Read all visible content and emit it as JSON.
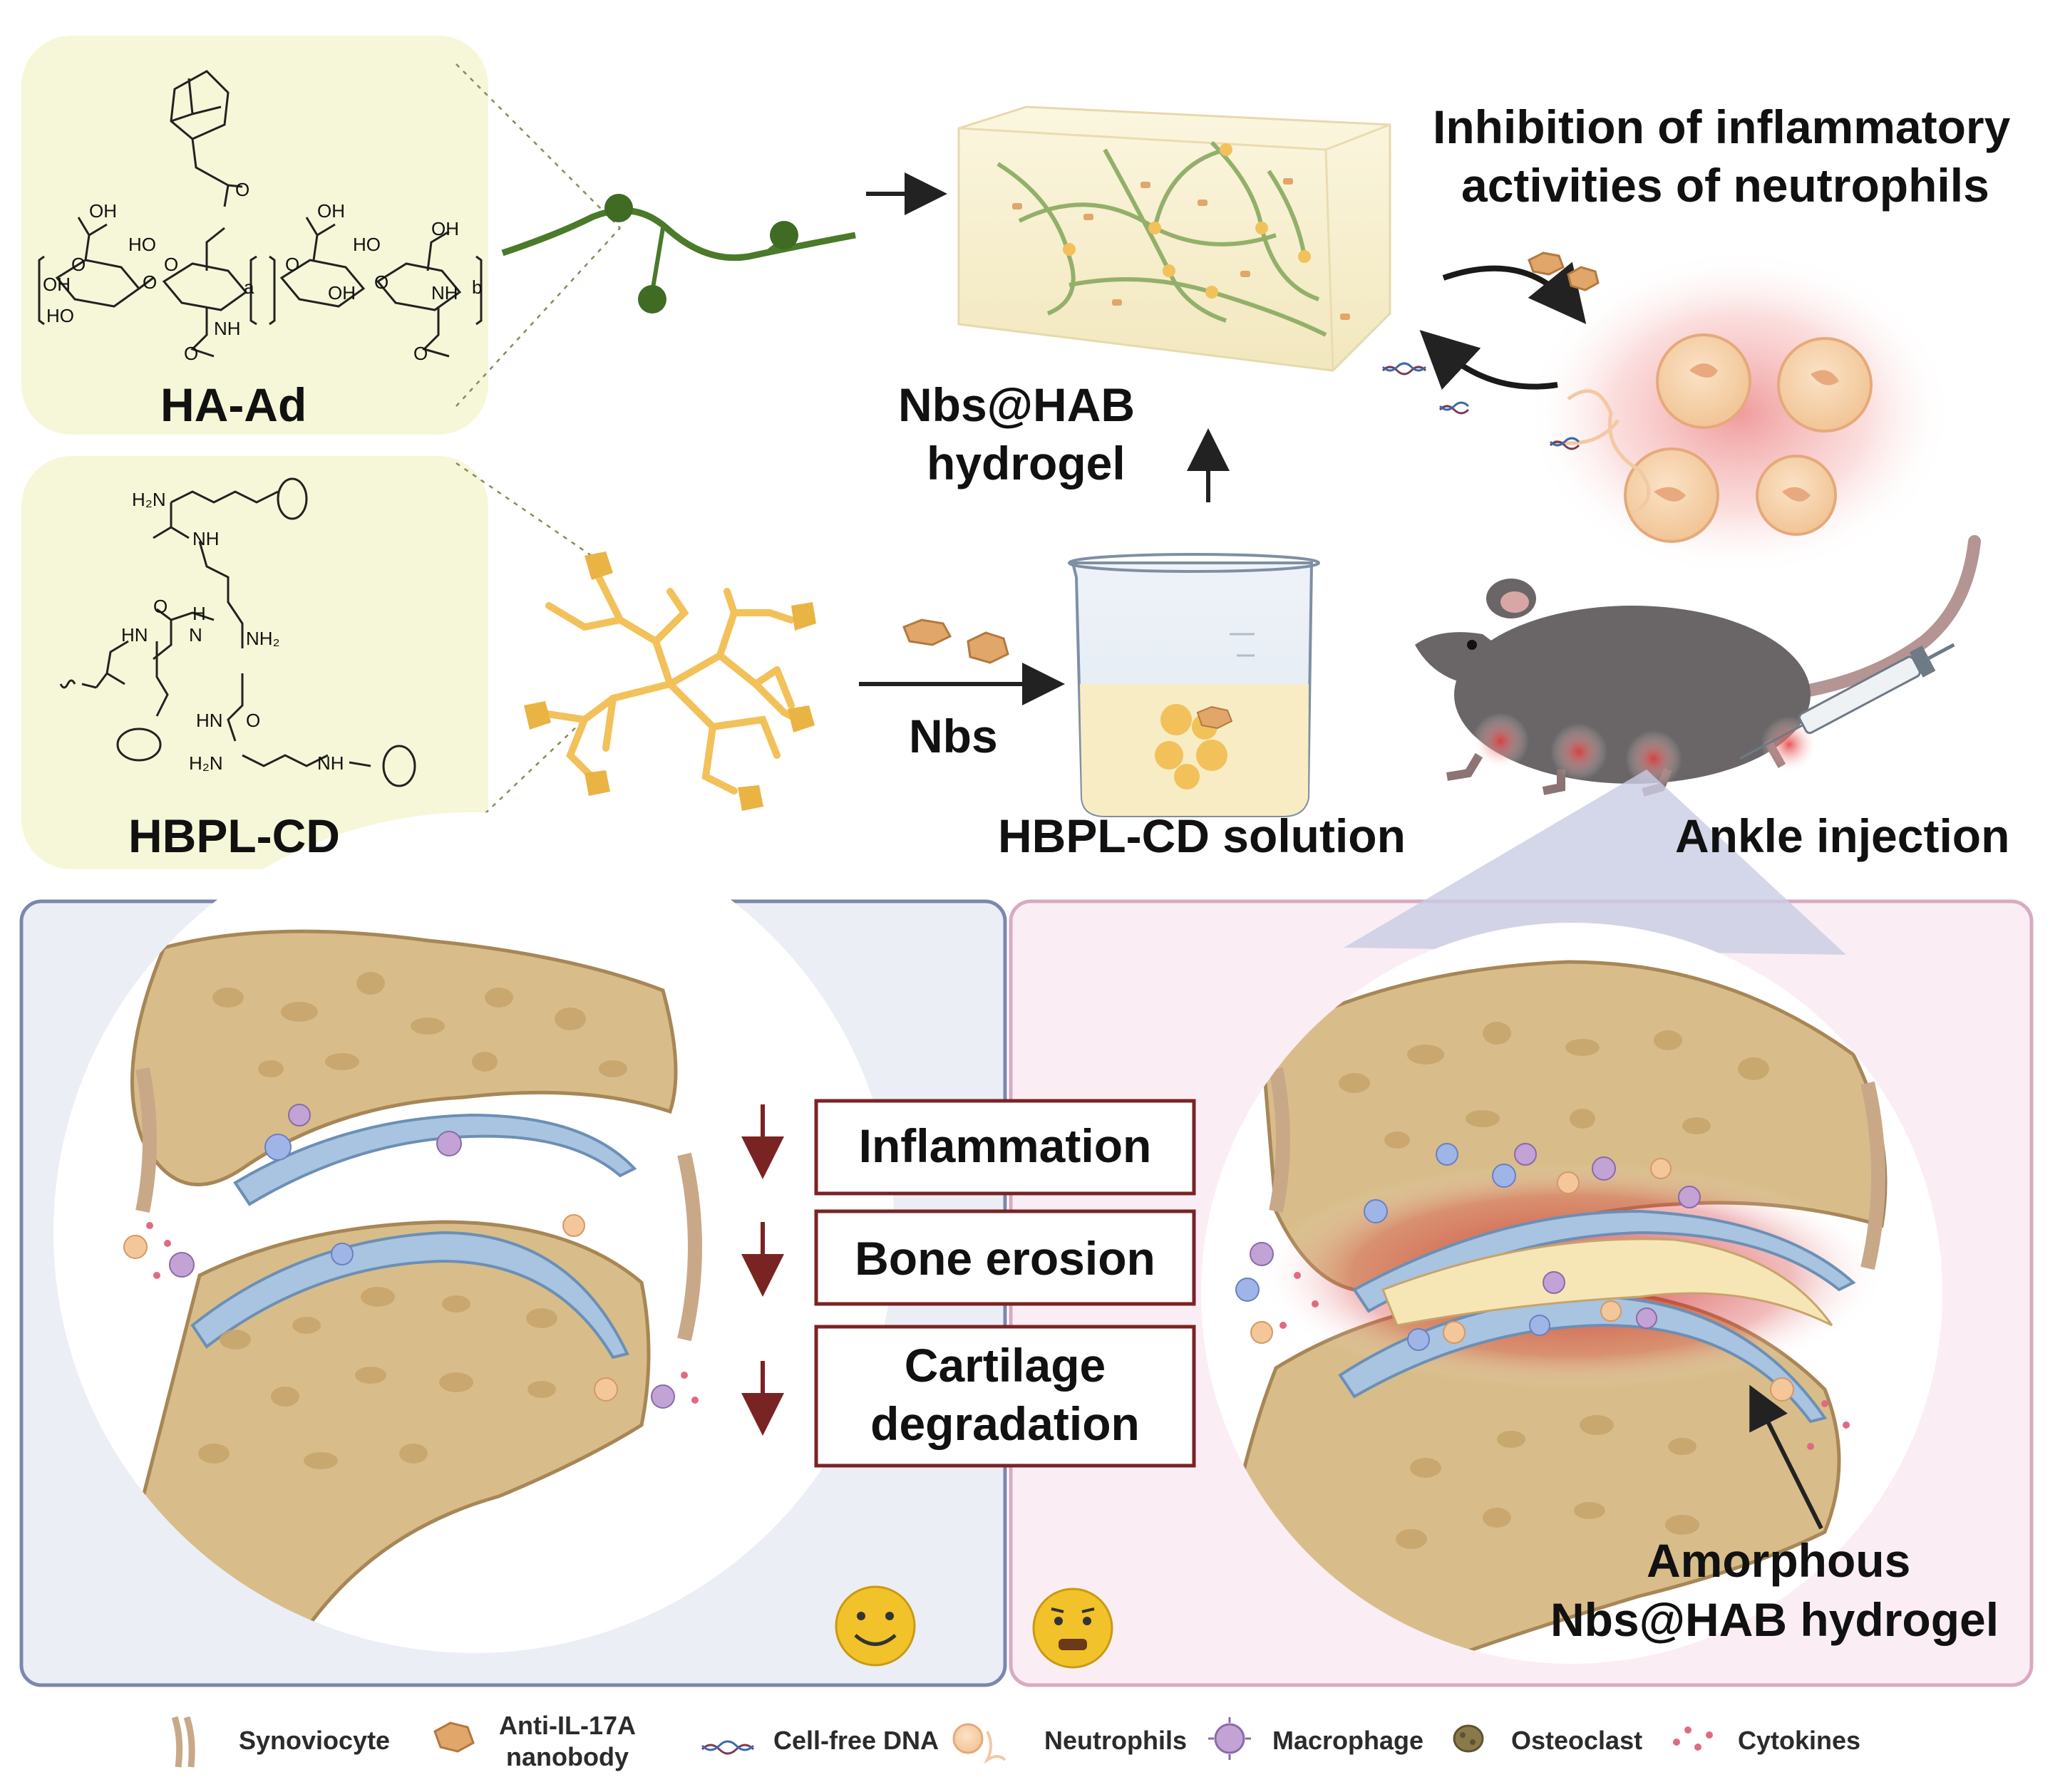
{
  "materials": {
    "ha_ad": {
      "label": "HA-Ad"
    },
    "hbpl_cd": {
      "label": "HBPL-CD"
    }
  },
  "chem": {
    "ha_ad": [
      "OH",
      "HO",
      "OH",
      "HO",
      "NH",
      "OH",
      "OH",
      "HO",
      "OH",
      "NH",
      "O",
      "O",
      "O",
      "O",
      "O",
      "O",
      "O",
      "O",
      "a",
      "b"
    ],
    "hbpl_cd": [
      "H₂N",
      "NH",
      "HN",
      "H",
      "O",
      "N",
      "NH₂",
      "HN",
      "O",
      "H₂N",
      "NH"
    ]
  },
  "top": {
    "hydrogel_label_line1": "Nbs@HAB",
    "hydrogel_label_line2": "hydrogel",
    "inhibition_line1": "Inhibition of inflammatory",
    "inhibition_line2": "activities of neutrophils",
    "nbs_arrow_label": "Nbs",
    "solution_label": "HBPL-CD solution",
    "injection_label": "Ankle injection"
  },
  "effects": {
    "items": [
      "Inflammation",
      "Bone erosion",
      "Cartilage\ndegradation"
    ]
  },
  "right_panel": {
    "hydrogel_line1": "Amorphous",
    "hydrogel_line2": "Nbs@HAB hydrogel"
  },
  "legend": [
    {
      "icon": "synoviocyte-icon",
      "label": "Synoviocyte"
    },
    {
      "icon": "nanobody-icon",
      "label": "Anti-IL-17A\nnanobody"
    },
    {
      "icon": "dna-icon",
      "label": "Cell-free DNA"
    },
    {
      "icon": "neutrophil-icon",
      "label": "Neutrophils"
    },
    {
      "icon": "macrophage-icon",
      "label": "Macrophage"
    },
    {
      "icon": "osteoclast-icon",
      "label": "Osteoclast"
    },
    {
      "icon": "cytokines-icon",
      "label": "Cytokines"
    }
  ],
  "colors": {
    "panel_bg": "#f6f7d8",
    "left_panel_bg": "#eceef6",
    "left_panel_border": "#7d86ac",
    "right_panel_bg": "#faeef4",
    "right_panel_border": "#d9a9c2",
    "bone": "#d8bd8a",
    "bone_dark": "#a88656",
    "cartilage": "#a8c4e0",
    "effect_arrow": "#7a2323",
    "effect_box_border": "#7a2323",
    "inflammation": "#d64545",
    "polymer_green": "#3f6b23",
    "dendrimer_gold": "#f2c15a",
    "nanobody": "#e0a66a",
    "mouse": "#6a6667",
    "smiley": "#f2c22a"
  },
  "faces": {
    "left": "happy-face-icon",
    "right": "worried-face-icon"
  }
}
